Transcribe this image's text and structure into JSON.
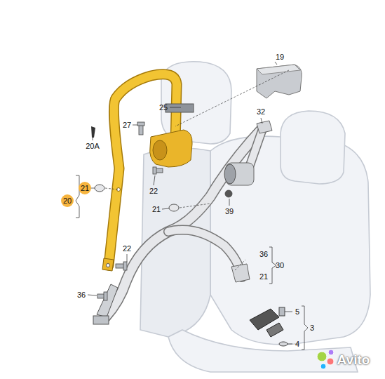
{
  "diagram": {
    "nodes": [
      {
        "text": [
          "21"
        ]
      },
      {
        "text": [
          "20"
        ]
      }
    ],
    "labels": [
      "19",
      "25",
      "32",
      "27",
      "20A",
      "22",
      "39",
      "21",
      "22",
      "36",
      "30",
      "21",
      "36",
      "5",
      "3",
      "4",
      "Avito"
    ]
  }
}
